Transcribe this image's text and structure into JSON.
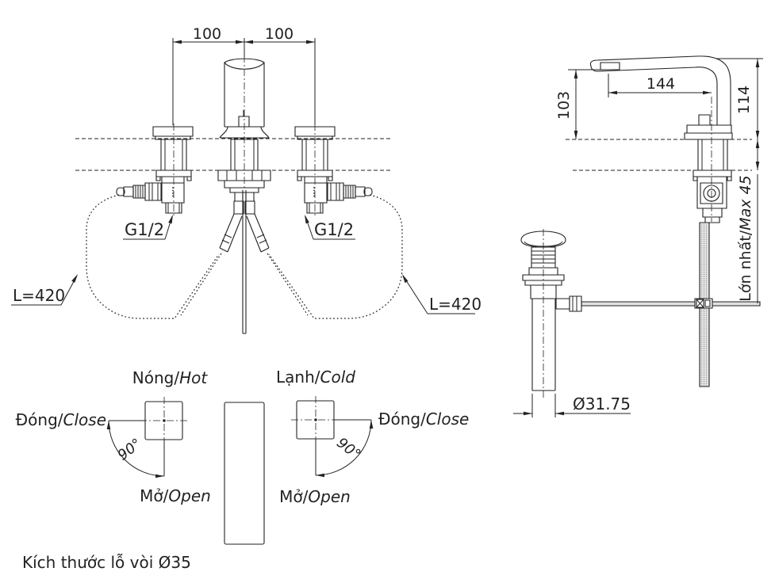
{
  "colors": {
    "line": "#222222",
    "background": "#ffffff",
    "metal_fill": "#e0e0e0",
    "braid": "#909090"
  },
  "caption": "Kích thước lỗ vòi Ø35",
  "front_view": {
    "dim_spacing_left": "100",
    "dim_spacing_right": "100",
    "thread_left": "G1/2",
    "thread_right": "G1/2",
    "hose_left": "L=420",
    "hose_right": "L=420"
  },
  "side_view": {
    "dim_spout_height": "103",
    "dim_reach": "144",
    "dim_height": "114",
    "max_thickness_vi": "Lớn nhất/",
    "max_thickness_en": "Max 45",
    "drain_diameter": "Ø31.75"
  },
  "operation": {
    "hot_vi": "Nóng/",
    "hot_en": "Hot",
    "cold_vi": "Lạnh/",
    "cold_en": "Cold",
    "close_vi": "Đóng/",
    "close_en": "Close",
    "open_vi": "Mở/",
    "open_en": "Open",
    "rotation_angle": "90°"
  }
}
